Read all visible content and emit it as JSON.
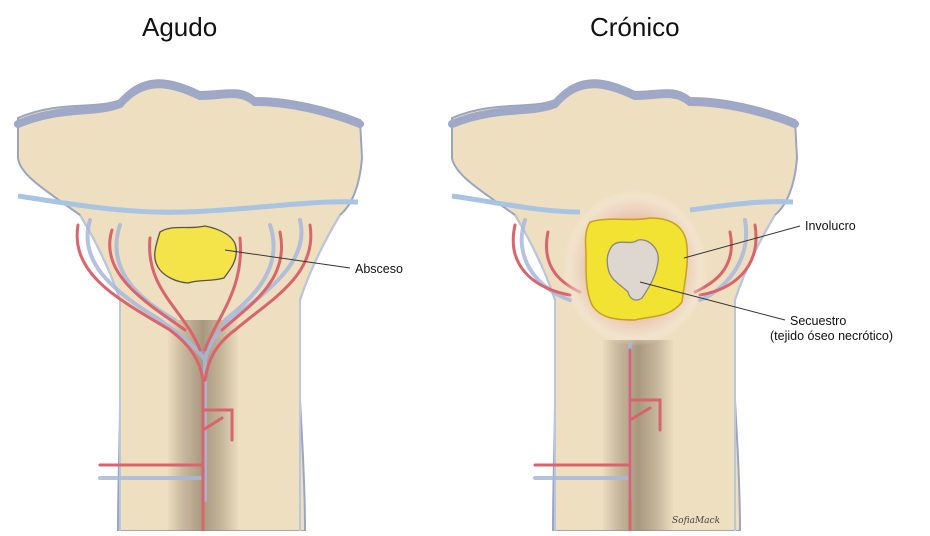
{
  "titles": {
    "acute": "Agudo",
    "chronic": "Crónico"
  },
  "labels": {
    "abscess": "Absceso",
    "involucrum": "Involucro",
    "sequestrum": "Secuestro",
    "sequestrum_detail": "(tejido óseo necrótico)"
  },
  "signature": "SofiaMack",
  "colors": {
    "bone": "#eedfc0",
    "bone_edge": "#9aa6bf",
    "cartilage_cap": "#9fa8c7",
    "growth_plate": "#a9c3e3",
    "artery": "#d9646b",
    "vein": "#a8b8dc",
    "medullary_canal": "#a0907a",
    "abscess": "#f5e34a",
    "involucrum": "#f2e232",
    "sequestrum": "#ddd7cf"
  }
}
